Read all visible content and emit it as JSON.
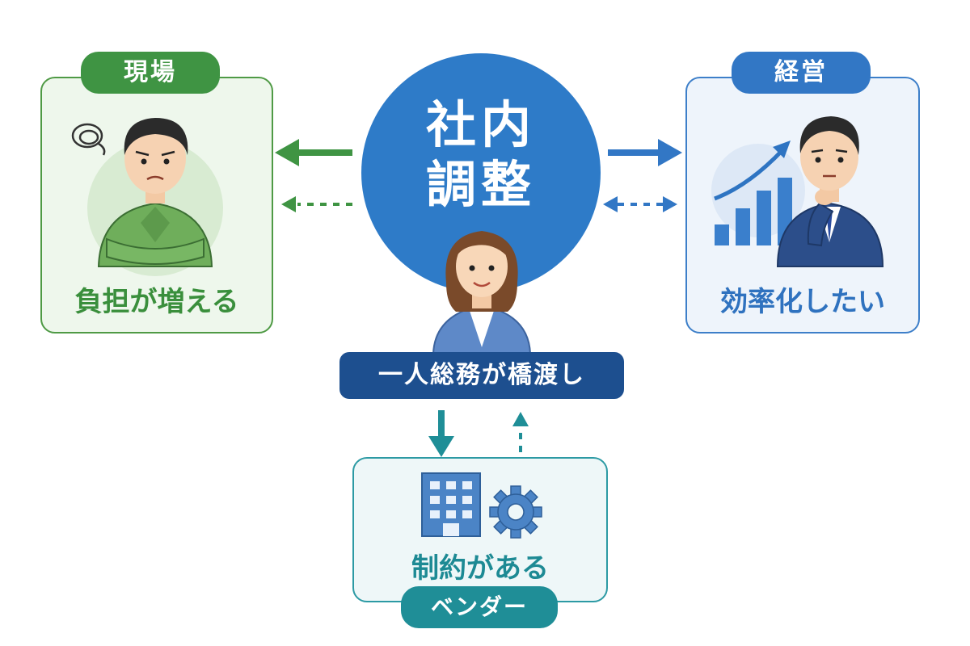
{
  "center": {
    "title_line1": "社内",
    "title_line2": "調整"
  },
  "bridge": {
    "label": "一人総務が橋渡し"
  },
  "left_panel": {
    "tag": "現場",
    "caption": "負担が増える"
  },
  "right_panel": {
    "tag": "経営",
    "caption": "効率化したい"
  },
  "bottom_panel": {
    "caption": "制約がある",
    "tag": "ベンダー"
  },
  "colors": {
    "green": "#3f9443",
    "blue": "#3277c5",
    "teal": "#1f8e97",
    "navy": "#1d4f8f"
  }
}
